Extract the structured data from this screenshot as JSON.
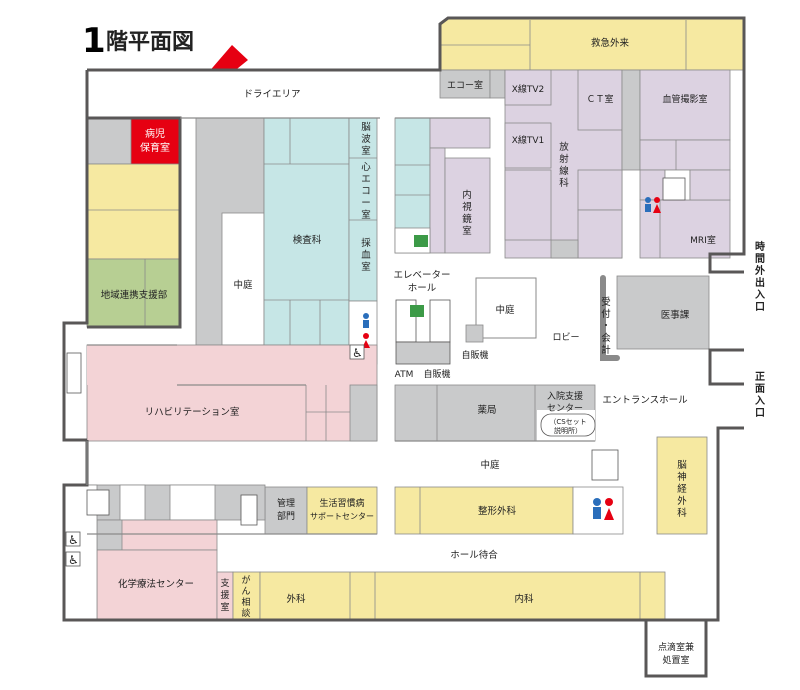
{
  "title": {
    "number": "1",
    "text": "階平面図"
  },
  "colors": {
    "yellow": "#f6e9a1",
    "pink": "#f3d3d6",
    "teal": "#c6e6e6",
    "purple": "#dcd2e1",
    "green": "#b7cf93",
    "gray": "#c9cacb",
    "red": "#e60012",
    "wall": "#595757"
  },
  "rooms": {
    "pediatric_care": [
      "病児",
      "保育室"
    ],
    "dry_area": "ドライエリア",
    "emergency": "救急外来",
    "echo": "エコー室",
    "xray_tv2": "X線TV2",
    "xray_tv1": "X線TV1",
    "ct": "ＣＴ室",
    "angiography": "血管撮影室",
    "radiology": [
      "放",
      "射",
      "線",
      "科"
    ],
    "endoscopy": [
      "内",
      "視",
      "鏡",
      "室"
    ],
    "mri": "MRI室",
    "eeg": [
      "脳",
      "波",
      "室"
    ],
    "ecg": [
      "心",
      "エ",
      "コ",
      "ー",
      "室"
    ],
    "blood": [
      "採",
      "血",
      "室"
    ],
    "lab": "検査科",
    "courtyard_left": "中庭",
    "courtyard_center": "中庭",
    "courtyard_lower": "中庭",
    "regional": "地域連携支援部",
    "elevator_hall": [
      "エレベーター",
      "ホール"
    ],
    "vending1": "自販機",
    "atm": "ATM",
    "vending2": "自販機",
    "lobby": "ロビー",
    "reception": [
      "受",
      "付",
      "・",
      "会",
      "計"
    ],
    "medical_affairs": "医事課",
    "rehab": "リハビリテーション室",
    "pharmacy": "薬局",
    "admission": [
      "入院支援",
      "センター"
    ],
    "cs_set": [
      "（CSセット",
      "説明所）"
    ],
    "entrance_hall": "エントランスホール",
    "neurosurgery": [
      "脳",
      "神",
      "経",
      "外",
      "科"
    ],
    "orthopedics": "整形外科",
    "management": [
      "管理",
      "部門"
    ],
    "lifestyle": [
      "生活習慣病",
      "サポートセンター"
    ],
    "waiting_hall": "ホール待合",
    "chemo": "化学療法センター",
    "support_room": [
      "支",
      "援",
      "室"
    ],
    "cancer_consult": [
      "が",
      "ん",
      "相",
      "談"
    ],
    "surgery": "外科",
    "internal_medicine": "内科",
    "iv_room": [
      "点滴室兼",
      "処置室"
    ]
  },
  "entrances": {
    "night": [
      "時",
      "間",
      "外",
      "出",
      "入",
      "口"
    ],
    "main": [
      "正",
      "面",
      "入",
      "口"
    ]
  }
}
